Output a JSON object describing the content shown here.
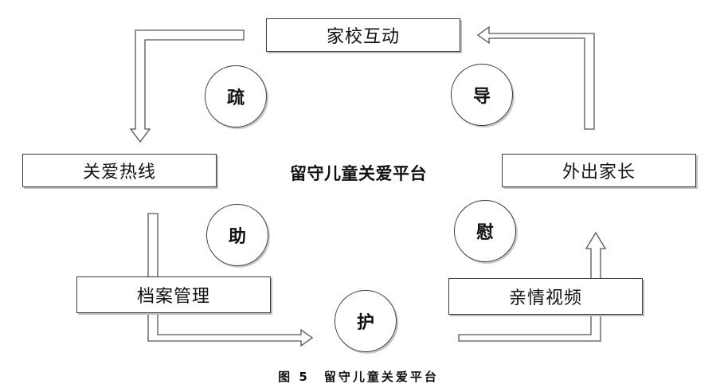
{
  "diagram": {
    "center_label": "留守儿童关爱平台",
    "boxes": {
      "top": "家校互动",
      "left": "关爱热线",
      "bottom_left": "档案管理",
      "right": "外出家长",
      "bottom_right": "亲情视频"
    },
    "circles": {
      "shu": "疏",
      "dao": "导",
      "zhu": "助",
      "wei": "慰",
      "hu": "护"
    }
  },
  "caption": "图 5　留守儿童关爱平台"
}
